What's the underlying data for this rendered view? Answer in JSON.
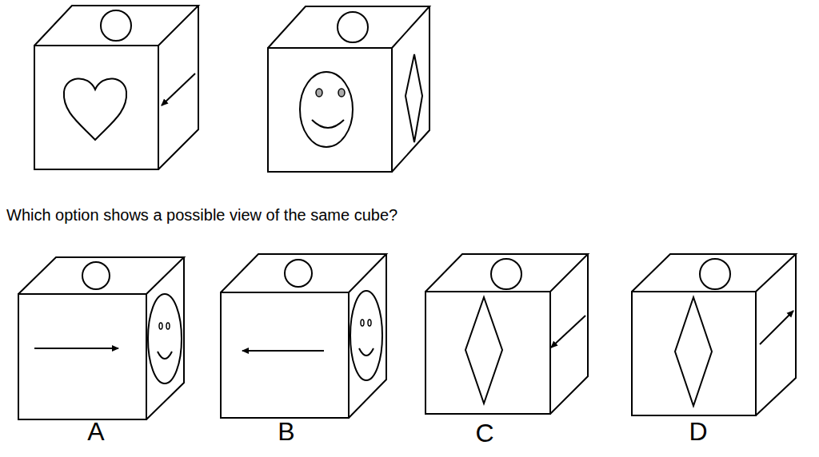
{
  "diagram": {
    "labels": [
      "Which option shows a possible view of the same cube?",
      "A",
      "B",
      "C",
      "D"
    ]
  }
}
